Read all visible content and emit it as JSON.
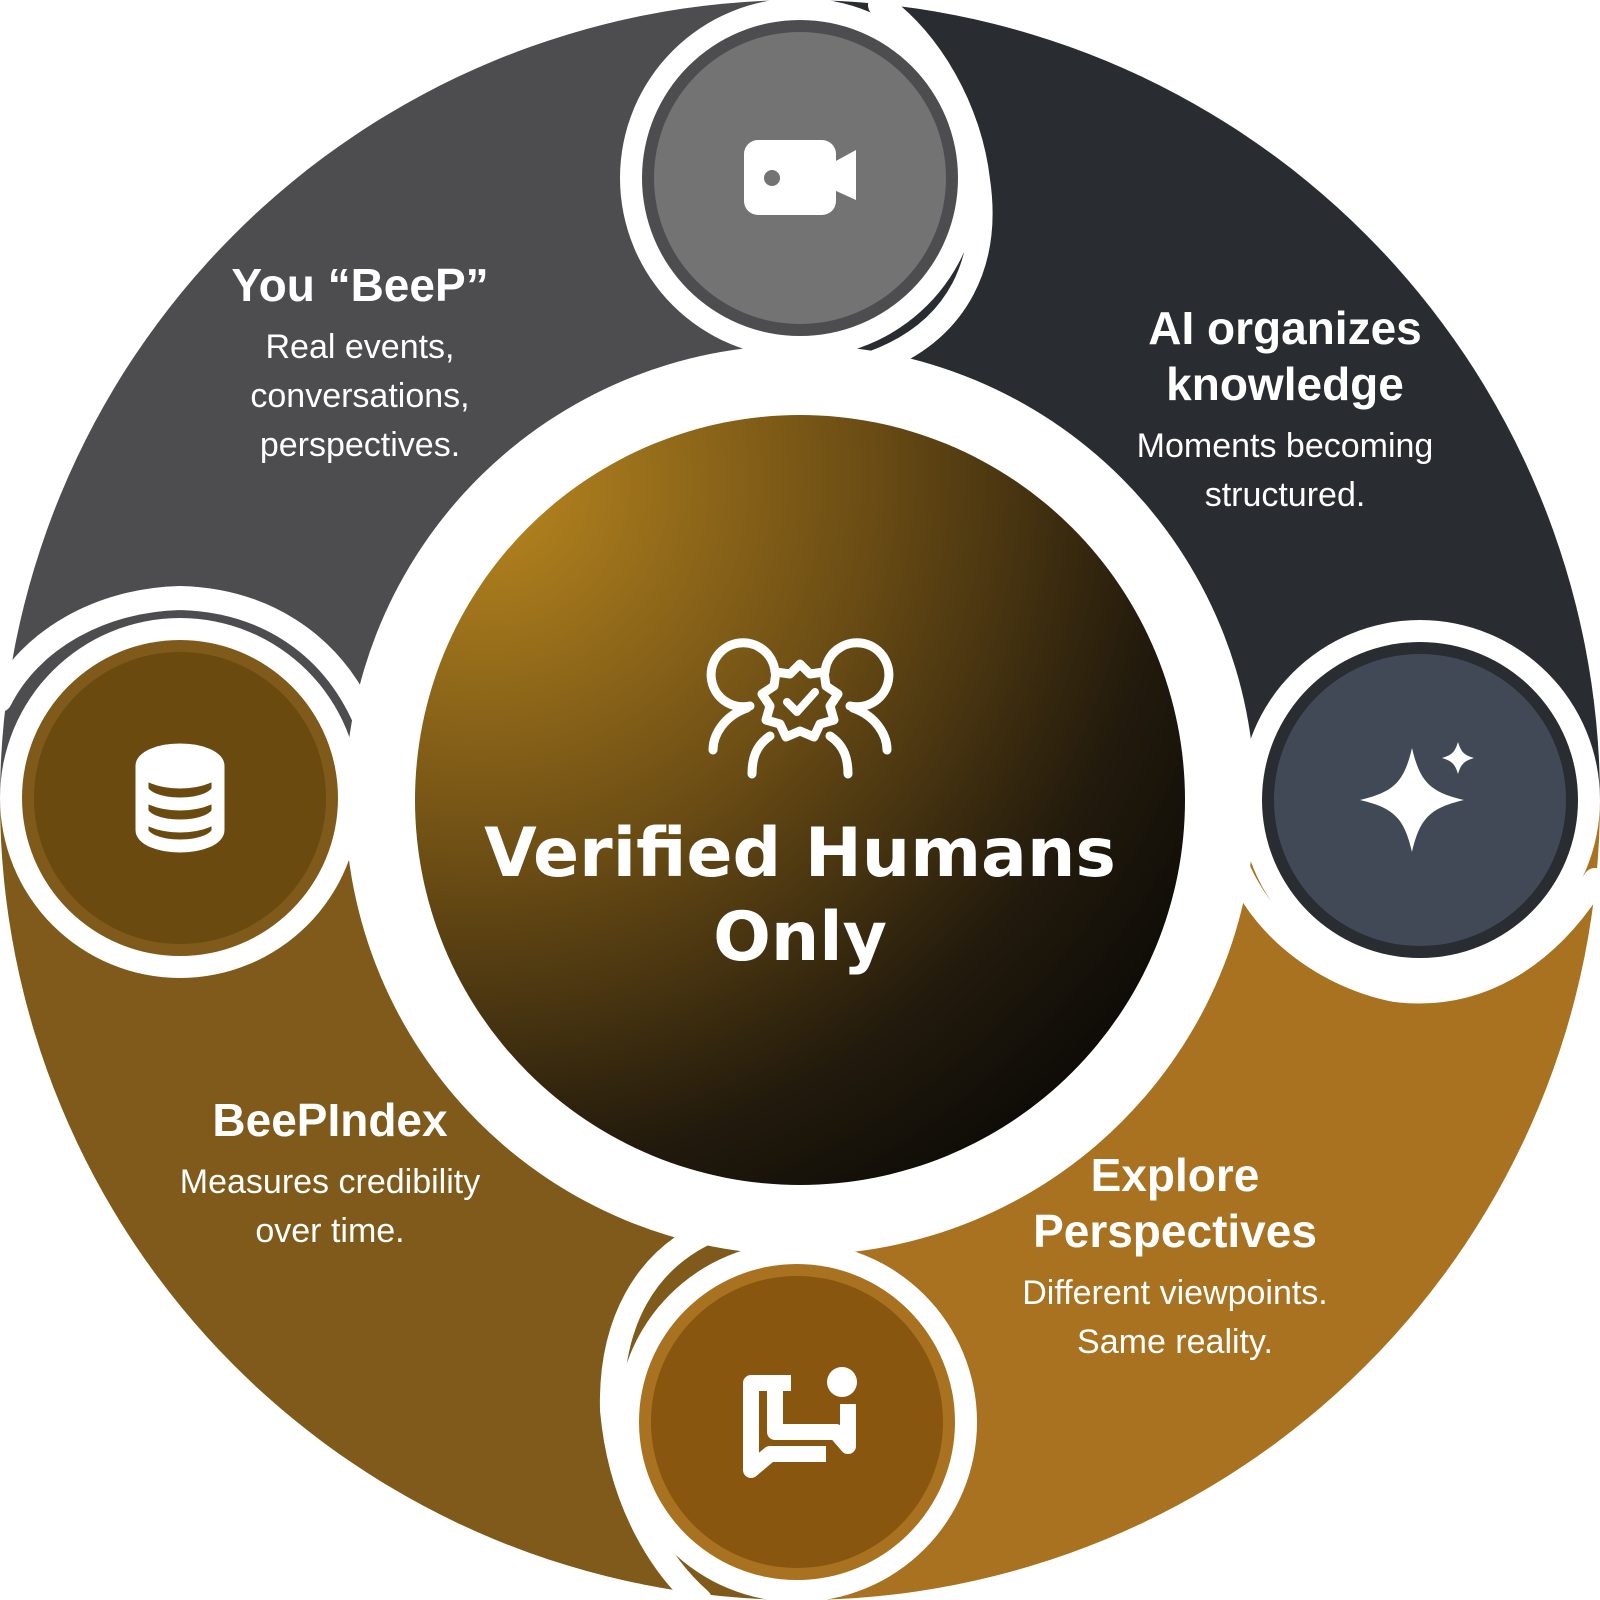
{
  "center": {
    "title_line1": "Verified Humans",
    "title_line2": "Only",
    "icon": "verified-users-icon"
  },
  "steps": [
    {
      "title_lines": [
        "You “BeeP”"
      ],
      "desc_lines": [
        "Real events,",
        "conversations,",
        "perspectives."
      ],
      "icon": "video-camera-icon",
      "color": "#4d4d4f",
      "icon_circle": "#737373"
    },
    {
      "title_lines": [
        "AI organizes",
        "knowledge"
      ],
      "desc_lines": [
        "Moments becoming",
        "structured."
      ],
      "icon": "sparkle-icon",
      "color": "#292c31",
      "icon_circle": "#414957"
    },
    {
      "title_lines": [
        "Explore",
        "Perspectives"
      ],
      "desc_lines": [
        "Different viewpoints.",
        "Same reality."
      ],
      "icon": "chat-bubbles-icon",
      "color": "#a87220",
      "icon_circle": "#88560f"
    },
    {
      "title_lines": [
        "BeePIndex"
      ],
      "desc_lines": [
        "Measures credibility",
        "over time."
      ],
      "icon": "database-icon",
      "color": "#7f5a1a",
      "icon_circle": "#6a4a0f"
    }
  ]
}
